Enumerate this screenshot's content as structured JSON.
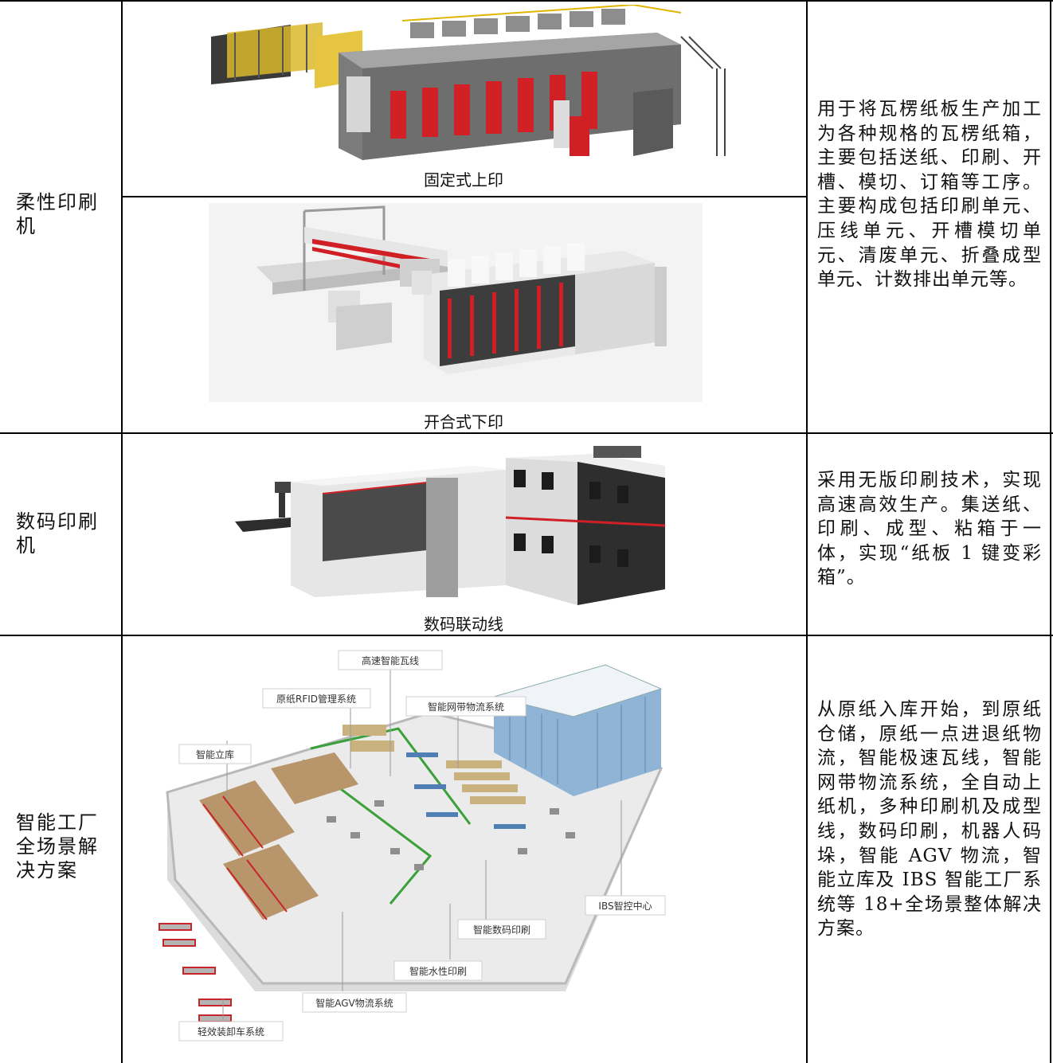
{
  "rows": [
    {
      "label": "柔性印刷\n机",
      "captions": [
        "固定式上印",
        "开合式下印"
      ],
      "description": "用于将瓦楞纸板生产加工为各种规格的瓦楞纸箱，主要包括送纸、印刷、开槽、模切、订箱等工序。主要构成包括印刷单元、压线单元、开槽模切单元、清废单元、折叠成型单元、计数排出单元等。"
    },
    {
      "label": "数码印刷\n机",
      "captions": [
        "数码联动线"
      ],
      "description": "采用无版印刷技术，实现高速高效生产。集送纸、印刷、成型、粘箱于一体，实现“纸板 1 键变彩箱”。"
    },
    {
      "label": "智能工厂\n全场景解\n决方案",
      "description": "从原纸入库开始，到原纸仓储，原纸一点进退纸物流，智能极速瓦线，智能网带物流系统，全自动上纸机，多种印刷机及成型线，数码印刷，机器人码垛，智能 AGV 物流，智能立库及 IBS 智能工厂系统等 18+全场景整体解决方案。",
      "factory_tags": [
        "高速智能瓦线",
        "原纸RFID管理系统",
        "智能网带物流系统",
        "智能立库",
        "IBS智控中心",
        "智能数码印刷",
        "智能水性印刷",
        "智能AGV物流系统",
        "轻效装卸车系统"
      ]
    }
  ],
  "colors": {
    "machine_red": "#d11f26",
    "machine_gray": "#6b6b6b",
    "border": "#000000"
  }
}
